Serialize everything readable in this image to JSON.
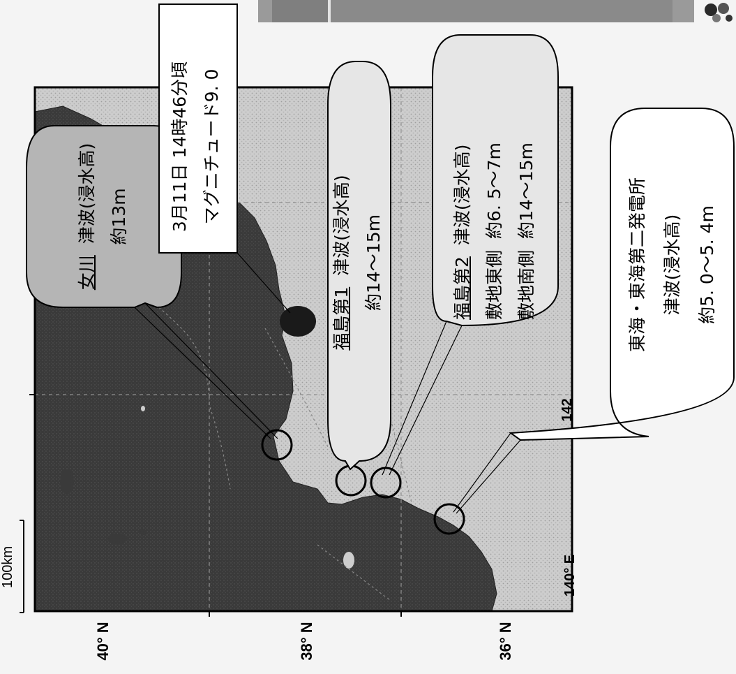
{
  "map": {
    "scale_bar_label": "100km",
    "lat_labels": [
      "40° N",
      "38° N",
      "36° N"
    ],
    "lon_labels": [
      "140° E",
      "142"
    ],
    "land_color": "#3a3a3a",
    "sea_color": "#c9c9c9",
    "frame_color": "#000000"
  },
  "epicenter": {
    "line1": "3月11日 14時46分頃",
    "line2": "マグニチュード9. 0",
    "marker": "epicenter-marker"
  },
  "callouts": {
    "onagawa": {
      "site": "女川",
      "desc": "津波(浸水高)",
      "height": "約13m"
    },
    "fukushima1": {
      "site": "福島第1",
      "desc": "津波(浸水高)",
      "height": "約14～15m"
    },
    "fukushima2": {
      "site": "福島第2",
      "desc": "津波(浸水高)",
      "east_label": "敷地東側",
      "east_height": "約6. 5～7m",
      "south_label": "敷地南側",
      "south_height": "約14～15m"
    },
    "tokai": {
      "site": "東海・東海第二発電所",
      "desc": "津波(浸水高)",
      "height": "約5. 0～5. 4m"
    }
  }
}
